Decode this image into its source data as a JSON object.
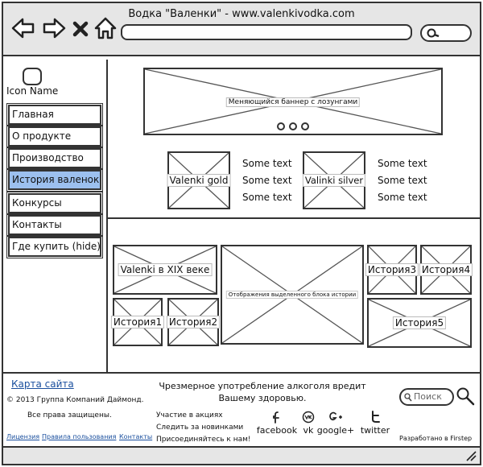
{
  "window": {
    "title": "Водка \"Валенки\" - www.valenkivodka.com"
  },
  "sidebar": {
    "icon_label": "Icon Name",
    "items": [
      {
        "label": "Главная"
      },
      {
        "label": "О продукте"
      },
      {
        "label": "Производство"
      },
      {
        "label": "История валенок"
      },
      {
        "label": "Конкурсы"
      },
      {
        "label": "Контакты"
      },
      {
        "label": "Где купить (hide)"
      }
    ],
    "active_index": 3
  },
  "banner": {
    "caption": "Меняющийся баннер с лозунгами"
  },
  "products": [
    {
      "name": "Valenki gold",
      "texts": [
        "Some text",
        "Some text",
        "Some text"
      ]
    },
    {
      "name": "Valinki silver",
      "texts": [
        "Some text",
        "Some text",
        "Some text"
      ]
    }
  ],
  "history": {
    "main": "Valenki в XIX веке",
    "featured": "Отображения выделенного блока истории",
    "items": [
      "История1",
      "История2",
      "История3",
      "История4",
      "История5"
    ]
  },
  "footer": {
    "sitemap": "Карта сайта",
    "copyright": "© 2013 Группа Компаний Даймонд.",
    "rights": "Все права защищены.",
    "links": [
      "Лицензия",
      "Правила пользования",
      "Контакты"
    ],
    "warning_line1": "Чрезмерное употребление алкоголя вредит",
    "warning_line2": "Вашему здоровью.",
    "actions": [
      "Участие в акциях",
      "Следить за новинками",
      "Присоединяйтесь к нам!"
    ],
    "search_placeholder": "Поиск",
    "social": [
      {
        "label": "facebook",
        "icon": "facebook-icon"
      },
      {
        "label": "vk",
        "icon": "vk-icon"
      },
      {
        "label": "google+",
        "icon": "google-plus-icon"
      },
      {
        "label": "twitter",
        "icon": "twitter-icon"
      }
    ],
    "credit": "Разработано в Firstep"
  }
}
